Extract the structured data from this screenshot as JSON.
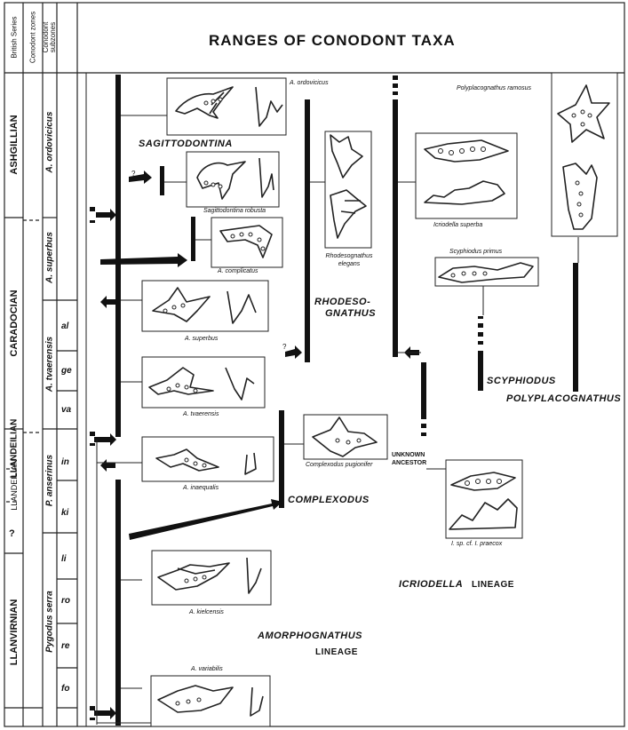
{
  "title": "RANGES OF CONODONT TAXA",
  "headers": {
    "series": "British Series",
    "zones": "Conodont zones",
    "subzones": "Conodont subzones"
  },
  "series": {
    "ashgillian": "ASHGILLIAN",
    "caradocian": "CARADOCIAN",
    "llandeilian": "LLANDEILIAN",
    "llandeilian_alt": "LLANDEILIAN",
    "question": "?",
    "llanvirnian": "LLANVIRNIAN"
  },
  "zones": {
    "ordovicicus": "A. ordovicicus",
    "superbus": "A. superbus",
    "tvaerensis": "A. tvaerensis",
    "anserinus": "P. anserinus",
    "serra": "Pygodus serra"
  },
  "subzones": [
    "al",
    "ge",
    "va",
    "in",
    "ki",
    "li",
    "ro",
    "re",
    "fo"
  ],
  "captions": {
    "ordovicicus": "A. ordovicicus",
    "robusta": "Sagittodontina robusta",
    "complicatus": "A. complicatus",
    "superbus": "A. superbus",
    "tvaerensis": "A. tvaerensis",
    "inaequalis": "A. inaequalis",
    "kielcensis": "A. kielcensis",
    "variabilis": "A. variabilis",
    "elegans": "Rhodesognathus elegans",
    "pugionifer": "Complexodus pugionifer",
    "ramosus": "Polyplacognathus ramosus",
    "superba": "Icriodella superba",
    "primus": "Scyphiodus primus",
    "praecox": "I. sp. cf. I. praecox"
  },
  "taxa": {
    "sagittodontina": "SAGITTODONTINA",
    "rhodeso_1": "RHODESO-",
    "rhodeso_2": "GNATHUS",
    "complexodus": "COMPLEXODUS",
    "scyphiodus": "SCYPHIODUS",
    "polyplacognathus": "POLYPLACOGNATHUS",
    "unknown_1": "UNKNOWN",
    "unknown_2": "ANCESTOR",
    "icriodella_lineage_a": "ICRIODELLA",
    "icriodella_lineage_b": "LINEAGE",
    "amorphognathus_a": "AMORPHOGNATHUS",
    "amorphognathus_b": "LINEAGE"
  },
  "question_mark_small": "?",
  "question_mark_small_2": "?"
}
